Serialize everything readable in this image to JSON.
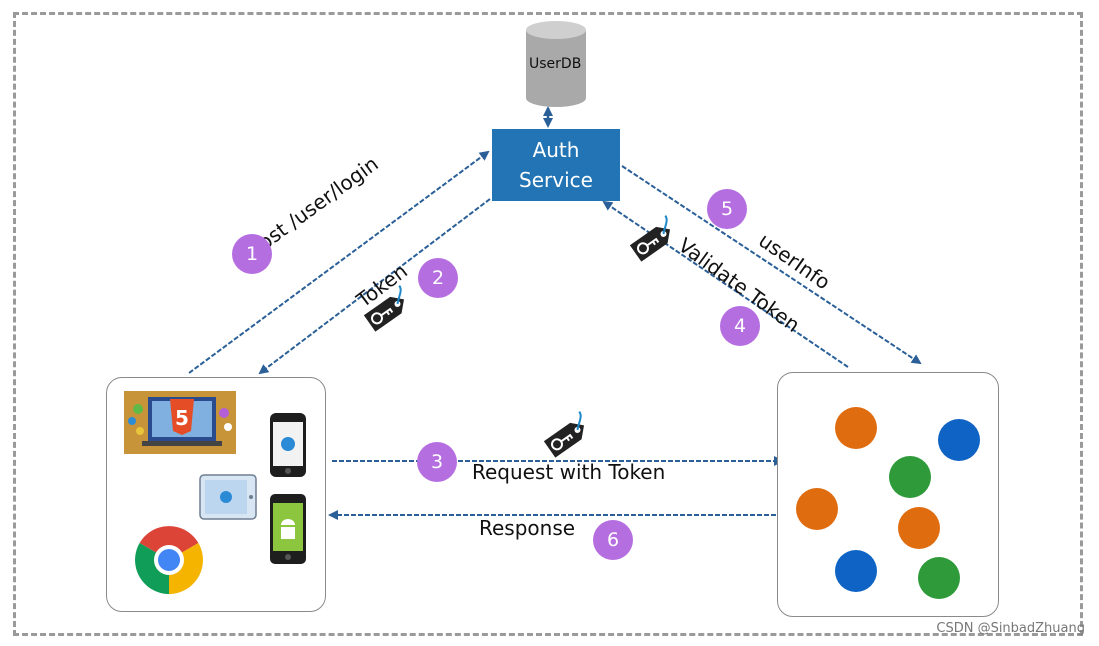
{
  "db": {
    "label": "UserDB"
  },
  "auth": {
    "line1": "Auth",
    "line2": "Service"
  },
  "labels": {
    "login": "Post /user/login",
    "token": "Token",
    "validate": "Validate Token",
    "userinfo": "userInfo",
    "request": "Request with Token",
    "response": "Response"
  },
  "steps": [
    "1",
    "2",
    "3",
    "4",
    "5",
    "6"
  ],
  "watermark": "CSDN @SinbadZhuang",
  "colors": {
    "auth": "#2274b5",
    "arrow": "#2a5f98",
    "badge": "#b56ee0",
    "orange": "#e06c10",
    "blue": "#0e63c4",
    "green": "#2e9a3a"
  }
}
